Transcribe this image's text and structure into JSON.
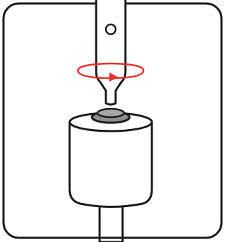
{
  "illustration": {
    "subject": "screwdriver-tightening-screw-in-cylindrical-housing",
    "icons": {
      "frame": "rounded-frame",
      "tool": "screwdriver-icon",
      "rotation": "rotate-arrow-icon",
      "screw": "screw-head-icon",
      "housing": "cylinder-housing",
      "mount": "mounting-post"
    },
    "colors": {
      "outline": "#1a1a1a",
      "background": "#ffffff",
      "rotation_arrow": "#e8322b",
      "screw_fill": "#8c8c8c"
    },
    "rotation_direction": "clockwise"
  }
}
